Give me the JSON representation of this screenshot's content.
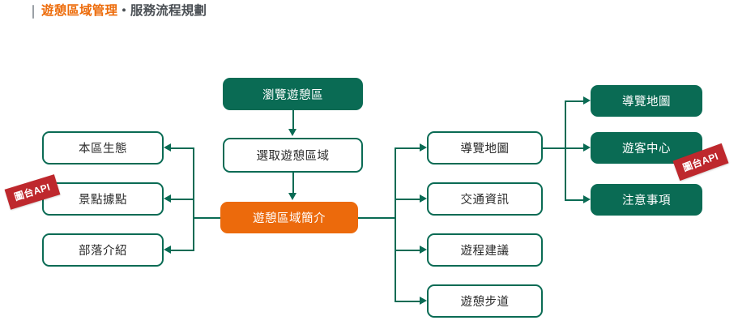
{
  "header": {
    "title_accent": "遊憩區域管理",
    "title_rest": "・服務流程規劃",
    "accent_color": "#ED6C0B",
    "rest_color": "#4a4f54"
  },
  "theme": {
    "green": "#0A6B54",
    "orange": "#EC6A0C",
    "badge_red": "#BE282D",
    "canvas": "#FFFFFF"
  },
  "flow": {
    "entry": {
      "label": "瀏覽遊憩區",
      "style": "filled-green"
    },
    "select": {
      "label": "選取遊憩區域",
      "style": "outline"
    },
    "intro": {
      "label": "遊憩區域簡介",
      "style": "filled-orange"
    },
    "left_branch": [
      {
        "label": "本區生態",
        "style": "outline"
      },
      {
        "label": "景點據點",
        "style": "outline"
      },
      {
        "label": "部落介紹",
        "style": "outline"
      }
    ],
    "middle_branch": [
      {
        "label": "導覽地圖",
        "style": "outline"
      },
      {
        "label": "交通資訊",
        "style": "outline"
      },
      {
        "label": "遊程建議",
        "style": "outline"
      },
      {
        "label": "遊憩步道",
        "style": "outline"
      }
    ],
    "right_branch": [
      {
        "label": "導覽地圖",
        "style": "filled-green"
      },
      {
        "label": "遊客中心",
        "style": "filled-green"
      },
      {
        "label": "注意事項",
        "style": "filled-green"
      }
    ]
  },
  "badges": [
    {
      "label": "圖台API"
    },
    {
      "label": "圖台API"
    }
  ]
}
